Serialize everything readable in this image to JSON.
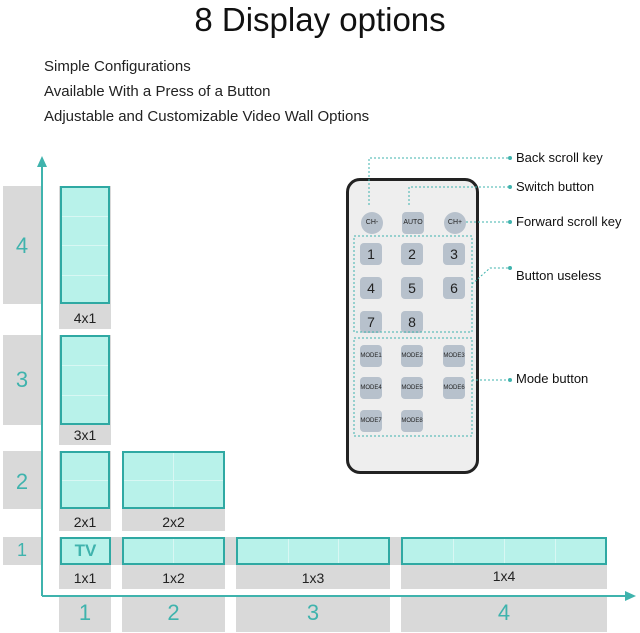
{
  "title": "8 Display options",
  "features": [
    "Simple Configurations",
    "Available With a Press of a Button",
    "Adjustable and Customizable Video Wall Options"
  ],
  "rows": [
    "4",
    "3",
    "2",
    "1"
  ],
  "cols": [
    "1",
    "2",
    "3",
    "4"
  ],
  "layouts": [
    "4x1",
    "3x1",
    "2x1",
    "1x1",
    "2x2",
    "1x2",
    "1x3",
    "1x4"
  ],
  "tv_label": "TV",
  "remote": {
    "top_buttons": [
      "CH-",
      "AUTO",
      "CH+"
    ],
    "numbers": [
      "1",
      "2",
      "3",
      "4",
      "5",
      "6",
      "7",
      "8"
    ],
    "modes": [
      "MODE1",
      "MODE2",
      "MODE3",
      "MODE4",
      "MODE5",
      "MODE6",
      "MODE7",
      "MODE8"
    ]
  },
  "callouts": [
    "Back scroll key",
    "Switch button",
    "Forward scroll key",
    "Button useless",
    "Mode button"
  ],
  "colors": {
    "accent": "#3fb3ad",
    "panel": "#b8f2ea",
    "grid": "#d9d9d9",
    "remote_body": "#eeeeee",
    "remote_button": "#b7c1cc"
  }
}
